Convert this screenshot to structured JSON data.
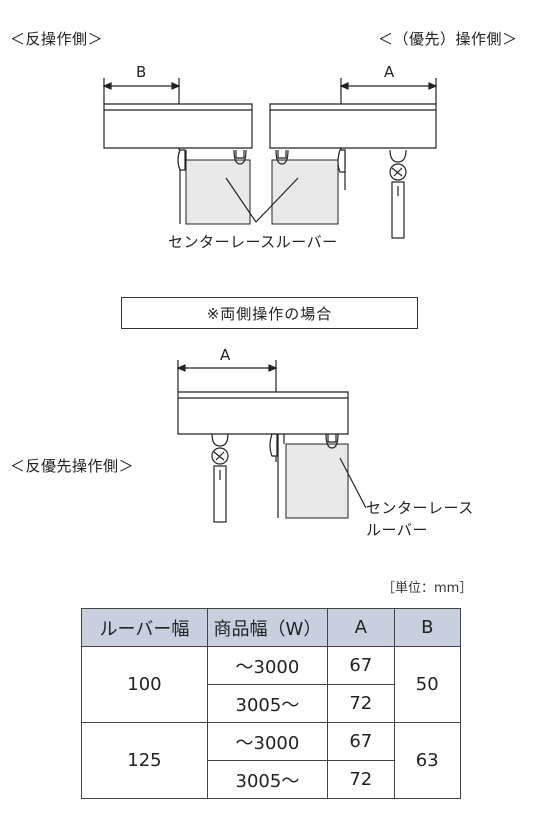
{
  "top": {
    "left_side": "＜反操作側＞",
    "right_side": "＜（優先）操作側＞",
    "dim_left": "B",
    "dim_right": "A",
    "center_label": "センターレースルーバー"
  },
  "note_box": "※両側操作の場合",
  "middle": {
    "dim": "A",
    "side_label": "＜反優先操作側＞",
    "center_label_line1": "センターレース",
    "center_label_line2": "ルーバー"
  },
  "unit_label": "［単位：mm］",
  "table": {
    "headers": [
      "ルーバー幅",
      "商品幅（W）",
      "A",
      "B"
    ],
    "groups": [
      {
        "louver": "100",
        "rows": [
          {
            "width": "～3000",
            "a": "67"
          },
          {
            "width": "3005～",
            "a": "72"
          }
        ],
        "b": "50"
      },
      {
        "louver": "125",
        "rows": [
          {
            "width": "～3000",
            "a": "67"
          },
          {
            "width": "3005～",
            "a": "72"
          }
        ],
        "b": "63"
      }
    ]
  }
}
